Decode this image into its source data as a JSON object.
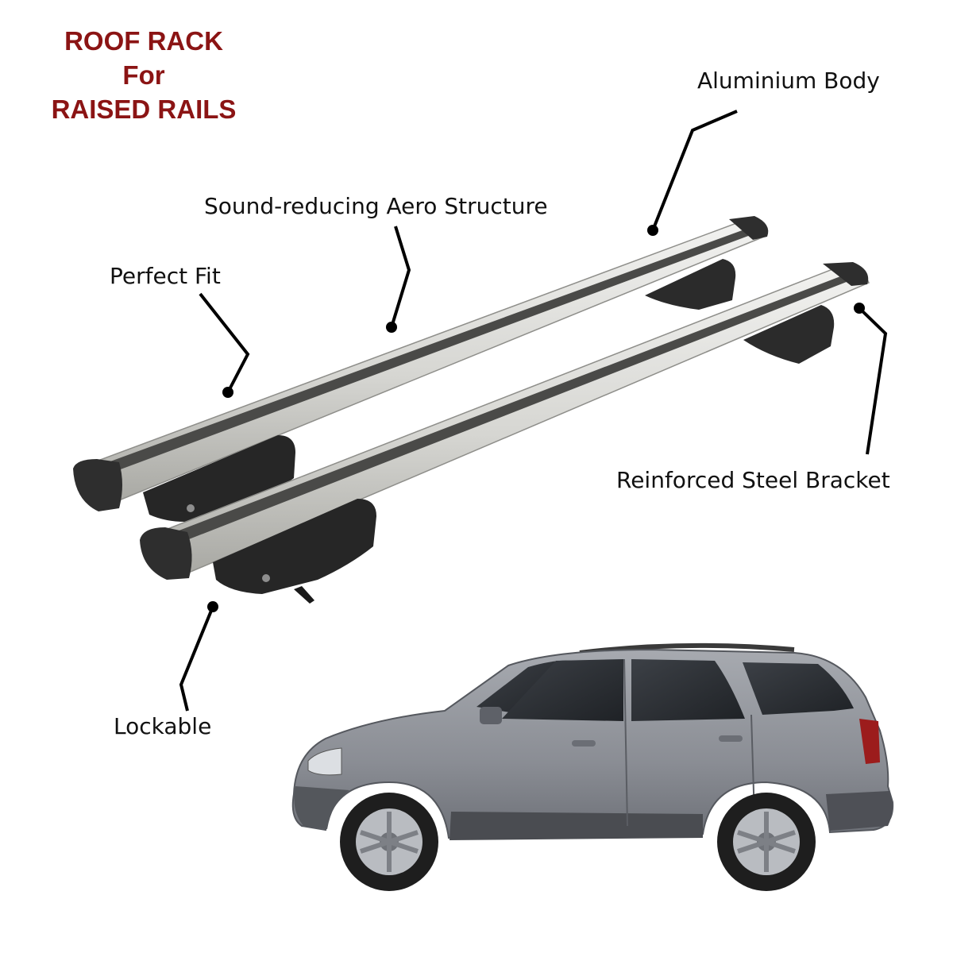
{
  "title": {
    "line1": "ROOF RACK",
    "line2": "For",
    "line3": "RAISED RAILS"
  },
  "callouts": {
    "aluminium_body": "Aluminium Body",
    "aero_structure": "Sound-reducing Aero Structure",
    "perfect_fit": "Perfect Fit",
    "steel_bracket": "Reinforced Steel Bracket",
    "lockable": "Lockable"
  },
  "colors": {
    "title": "#8b1414",
    "text": "#111111",
    "bar_silver": "#d9d9d6",
    "foot_black": "#2b2b2b",
    "car_body": "#8d9097",
    "leader_line": "#000000"
  }
}
